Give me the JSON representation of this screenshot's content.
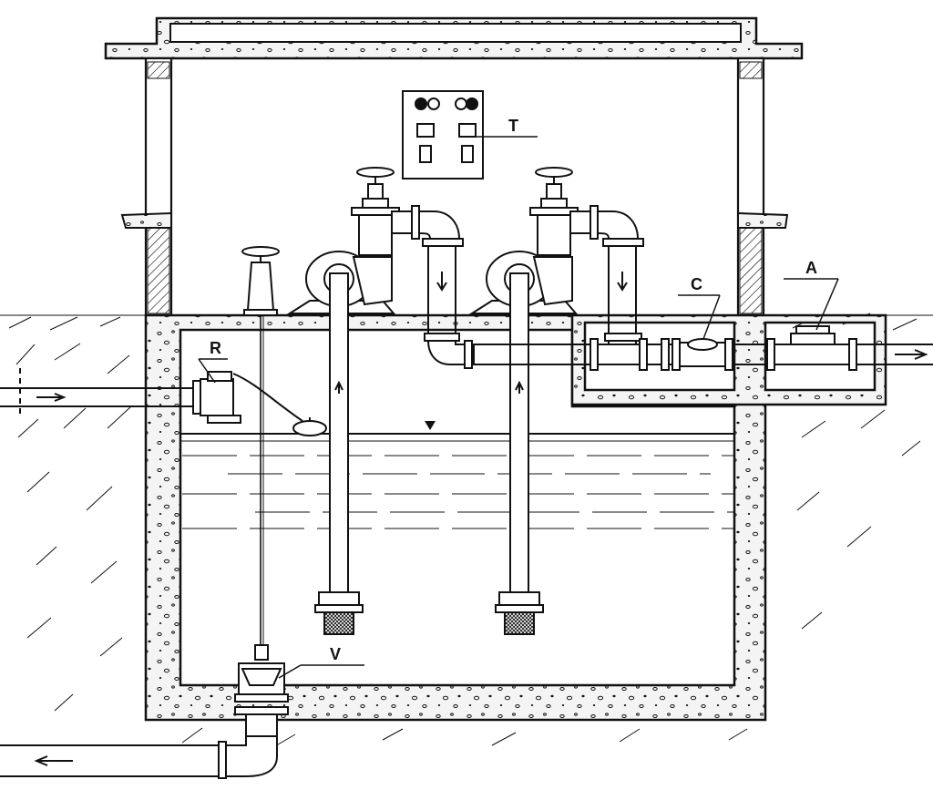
{
  "labels": {
    "control_panel": "T",
    "check_valve": "C",
    "meter": "A",
    "float_valve": "R",
    "drain_valve": "V"
  },
  "colors": {
    "ink": "#111111",
    "paper": "#ffffff",
    "concrete": "#f4f4f4"
  }
}
